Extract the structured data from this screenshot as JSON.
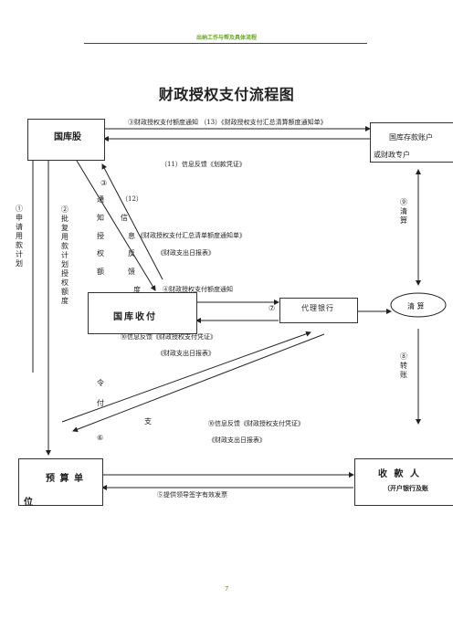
{
  "header": {
    "text": "出纳工作与帮及具体流程"
  },
  "title": "财政授权支付流程图",
  "nodes": {
    "guokugu": "国库股",
    "guoku_account_1": "国库存款账户",
    "guoku_account_2": "或财政专户",
    "guoku_shoufu": "国库收付",
    "daili_bank": "代理银行",
    "qingsuan_node": "清  算",
    "yusuan_1": "预 算 单",
    "yusuan_2": "位",
    "shoukuan_1": "收 款 人",
    "shoukuan_2": "（开户银行及账"
  },
  "labels": {
    "l3_top": "③财政授权支付额度通知  （13）《财政授权支付汇总清算额度通知单》",
    "l11": "（11）信息反馈《划款凭证》",
    "l1": "①申请用款计划",
    "l2": "②批复用款计划  授权额度",
    "l9": "⑨清算",
    "c3": "③",
    "c12": "（12）",
    "d_tong": "通",
    "d_zhi": "知",
    "d_shou": "授",
    "d_quan": "权",
    "d_e": "额",
    "d_xin": "信",
    "d_xi": "息",
    "d_fan": "反",
    "d_kui": "馈",
    "d_du": "度",
    "d_form": "《财政授权支付汇总清单额度通知单》",
    "d_report": "《财政支出日报表》",
    "l4": "④财政授权支付额度通知",
    "l7": "⑦",
    "l10": "⑩信息反馈《财政授权支付凭证》",
    "l10_report": "《财政支出日报表》",
    "l8": "⑧转账",
    "w_ling": "令",
    "w_fu": "付",
    "w_zhi": "支",
    "c6": "⑥",
    "l10b": "⑩信息反馈《财政授权支付凭证》",
    "l10b_report": "《财政支出日报表》",
    "l5": "⑤提供领导签字有效发票",
    "page": "7"
  }
}
